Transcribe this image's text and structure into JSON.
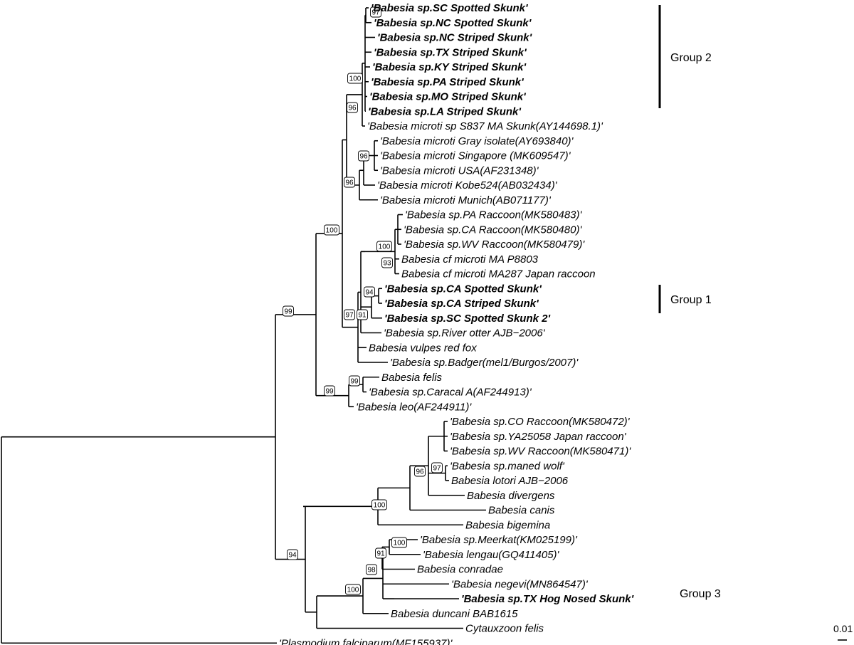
{
  "taxa": [
    {
      "label": "'Babesia sp.SC Spotted Skunk'",
      "bold": true
    },
    {
      "label": "'Babesia sp.NC Spotted Skunk'",
      "bold": true
    },
    {
      "label": "'Babesia sp.NC Striped Skunk'",
      "bold": true
    },
    {
      "label": "'Babesia sp.TX Striped Skunk'",
      "bold": true
    },
    {
      "label": "'Babesia sp.KY Striped Skunk'",
      "bold": true
    },
    {
      "label": "'Babesia sp.PA Striped Skunk'",
      "bold": true
    },
    {
      "label": "'Babesia sp.MO Striped Skunk'",
      "bold": true
    },
    {
      "label": "'Babesia sp.LA Striped Skunk'",
      "bold": true
    },
    {
      "label": "'Babesia microti sp S837 MA Skunk(AY144698.1)'",
      "bold": false
    },
    {
      "label": "'Babesia microti Gray isolate(AY693840)'",
      "bold": false
    },
    {
      "label": "'Babesia microti Singapore (MK609547)'",
      "bold": false
    },
    {
      "label": "'Babesia microti USA(AF231348)'",
      "bold": false
    },
    {
      "label": "'Babesia microti Kobe524(AB032434)'",
      "bold": false
    },
    {
      "label": "'Babesia microti Munich(AB071177)'",
      "bold": false
    },
    {
      "label": "'Babesia sp.PA Raccoon(MK580483)'",
      "bold": false
    },
    {
      "label": "'Babesia sp.CA Raccoon(MK580480)'",
      "bold": false
    },
    {
      "label": "'Babesia sp.WV Raccoon(MK580479)'",
      "bold": false
    },
    {
      "label": "Babesia cf microti MA P8803",
      "bold": false
    },
    {
      "label": "Babesia cf microti MA287 Japan raccoon",
      "bold": false
    },
    {
      "label": "'Babesia sp.CA Spotted Skunk'",
      "bold": true
    },
    {
      "label": "'Babesia sp.CA Striped Skunk'",
      "bold": true
    },
    {
      "label": "'Babesia sp.SC Spotted Skunk 2'",
      "bold": true
    },
    {
      "label": "'Babesia sp.River otter AJB−2006'",
      "bold": false
    },
    {
      "label": "Babesia vulpes red fox",
      "bold": false
    },
    {
      "label": "'Babesia sp.Badger(mel1/Burgos/2007)'",
      "bold": false
    },
    {
      "label": "Babesia felis",
      "bold": false
    },
    {
      "label": "'Babesia sp.Caracal A(AF244913)'",
      "bold": false
    },
    {
      "label": "'Babesia leo(AF244911)'",
      "bold": false
    },
    {
      "label": "'Babesia sp.CO Raccoon(MK580472)'",
      "bold": false
    },
    {
      "label": "'Babesia sp.YA25058 Japan raccoon'",
      "bold": false
    },
    {
      "label": "'Babesia sp.WV Raccoon(MK580471)'",
      "bold": false
    },
    {
      "label": "'Babesia sp.maned wolf'",
      "bold": false
    },
    {
      "label": "Babesia lotori AJB−2006",
      "bold": false
    },
    {
      "label": "Babesia divergens",
      "bold": false
    },
    {
      "label": "Babesia canis",
      "bold": false
    },
    {
      "label": "Babesia bigemina",
      "bold": false
    },
    {
      "label": "'Babesia sp.Meerkat(KM025199)'",
      "bold": false
    },
    {
      "label": "'Babesia lengau(GQ411405)'",
      "bold": false
    },
    {
      "label": "Babesia conradae",
      "bold": false
    },
    {
      "label": "'Babesia negevi(MN864547)'",
      "bold": false
    },
    {
      "label": "'Babesia sp.TX Hog Nosed Skunk'",
      "bold": true
    },
    {
      "label": "Babesia duncani BAB1615",
      "bold": false
    },
    {
      "label": "Cytauxzoon felis",
      "bold": false
    },
    {
      "label": "'Plasmodium falciparum(MF155937)'",
      "bold": false
    }
  ],
  "bootstrap": [
    "97",
    "100",
    "96",
    "96",
    "96",
    "100",
    "100",
    "93",
    "94",
    "97",
    "91",
    "99",
    "99",
    "99",
    "96",
    "97",
    "100",
    "100",
    "91",
    "98",
    "100",
    "94"
  ],
  "groups": [
    {
      "label": "Group 2"
    },
    {
      "label": "Group 1"
    },
    {
      "label": "Group 3"
    }
  ],
  "scale_bar": {
    "label": "0.01"
  }
}
